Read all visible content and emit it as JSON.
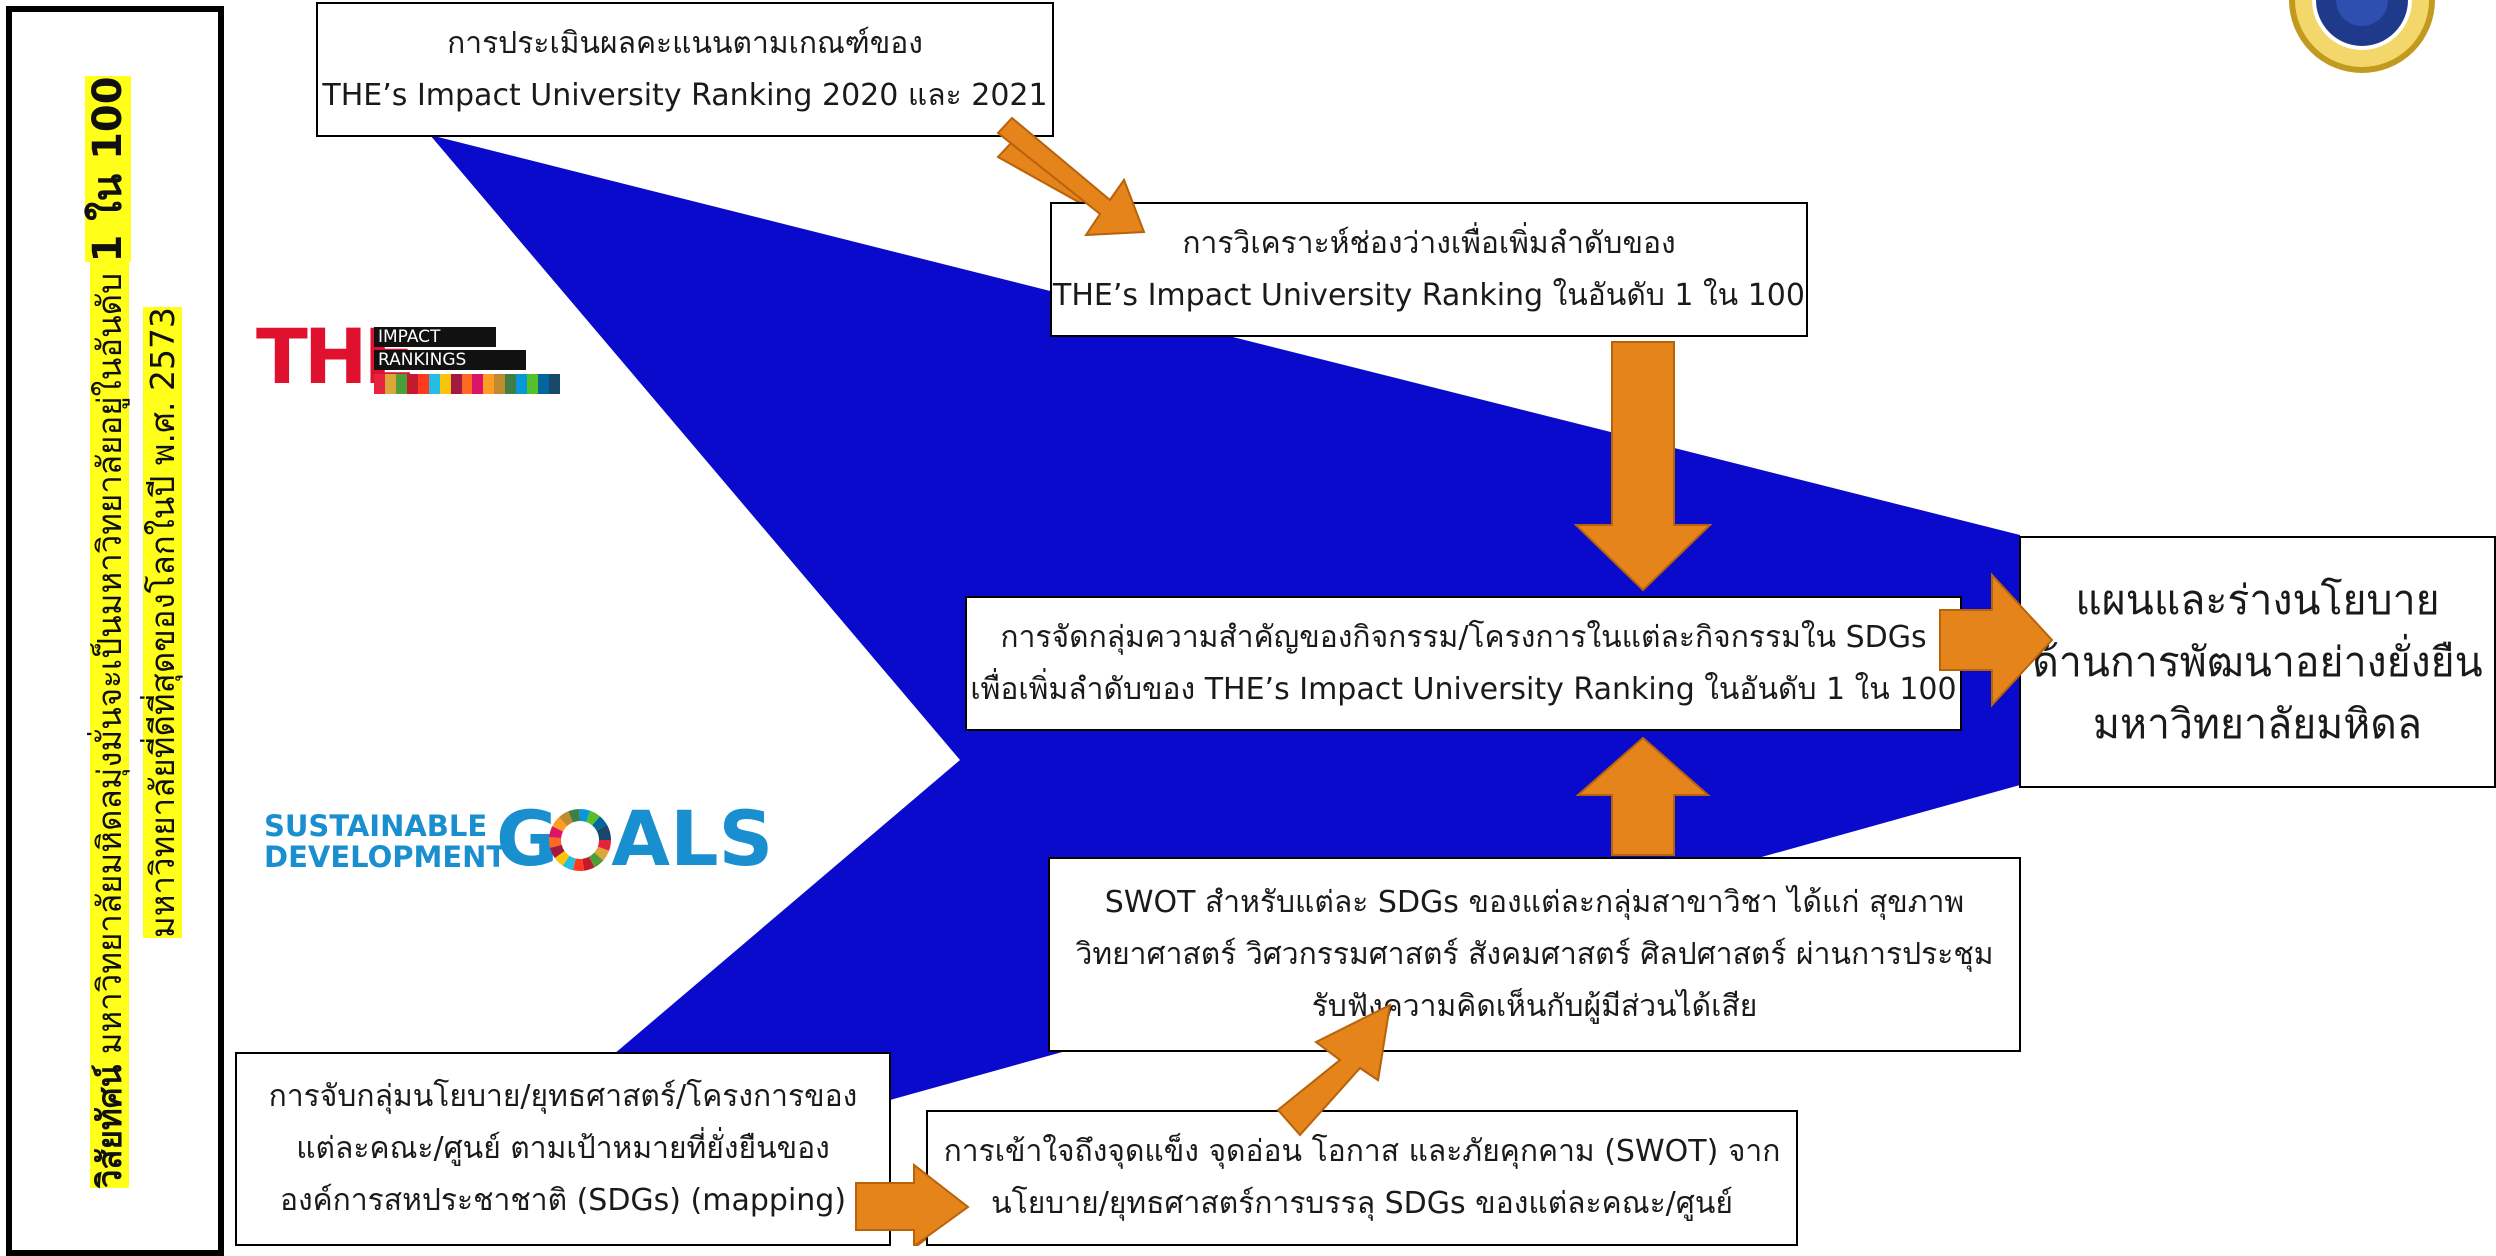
{
  "vision": {
    "label": "วิสัยทัศน์",
    "line1": " มหาวิทยาลัยมหิดลมุ่งมั่นจะเป็นมหาวิทยาลัยอยู่ในอันดับ ",
    "line1_bold": "1 ใน 100",
    "line2": "มหาวิทยาลัยที่ดีที่สุดของโลกในปี พ.ศ. 2573"
  },
  "logos": {
    "the_letters": "THE",
    "the_impact": "IMPACT",
    "the_rankings": "RANKINGS",
    "sdg_line1": "SUSTAINABLE",
    "sdg_line2": "DEVELOPMENT",
    "sdg_word": "G  ALS"
  },
  "boxes": {
    "evaluation": [
      "การประเมินผลคะแนนตามเกณฑ์ของ",
      "THE’s Impact University Ranking 2020 และ 2021"
    ],
    "gap_analysis": [
      "การวิเคราะห์ช่องว่างเพื่อเพิ่มลำดับของ",
      "THE’s Impact University Ranking ในอันดับ 1 ใน 100"
    ],
    "grouping": [
      "การจัดกลุ่มความสำคัญของกิจกรรม/โครงการในแต่ละกิจกรรมใน SDGs",
      "เพื่อเพิ่มลำดับของ THE’s Impact University Ranking ในอันดับ 1 ใน 100"
    ],
    "swot_groups": [
      "SWOT สำหรับแต่ละ SDGs ของแต่ละกลุ่มสาขาวิชา ได้แก่ สุขภาพ",
      "วิทยาศาสตร์ วิศวกรรมศาสตร์ สังคมศาสตร์ ศิลปศาสตร์ ผ่านการประชุม",
      "รับฟังความคิดเห็นกับผู้มีส่วนได้เสีย"
    ],
    "mapping": [
      "การจับกลุ่มนโยบาย/ยุทธศาสตร์/โครงการของ",
      "แต่ละคณะ/ศูนย์ ตามเป้าหมายที่ยั่งยืนของ",
      "องค์การสหประชาชาติ (SDGs) (mapping)"
    ],
    "swot_understanding": [
      "การเข้าใจถึงจุดแข็ง จุดอ่อน โอกาส และภัยคุกคาม (SWOT) จาก",
      "นโยบาย/ยุทธศาสตร์การบรรลุ SDGs ของแต่ละคณะ/ศูนย์"
    ],
    "plan": [
      "แผนและร่างนโยบาย",
      "ด้านการพัฒนาอย่างยั่งยืน",
      "มหาวิทยาลัยมหิดล"
    ]
  },
  "colors": {
    "funnel": "#0a0acc",
    "arrow": "#e5841a",
    "arrow_border": "#b8620a",
    "highlight": "#ffff1a"
  }
}
